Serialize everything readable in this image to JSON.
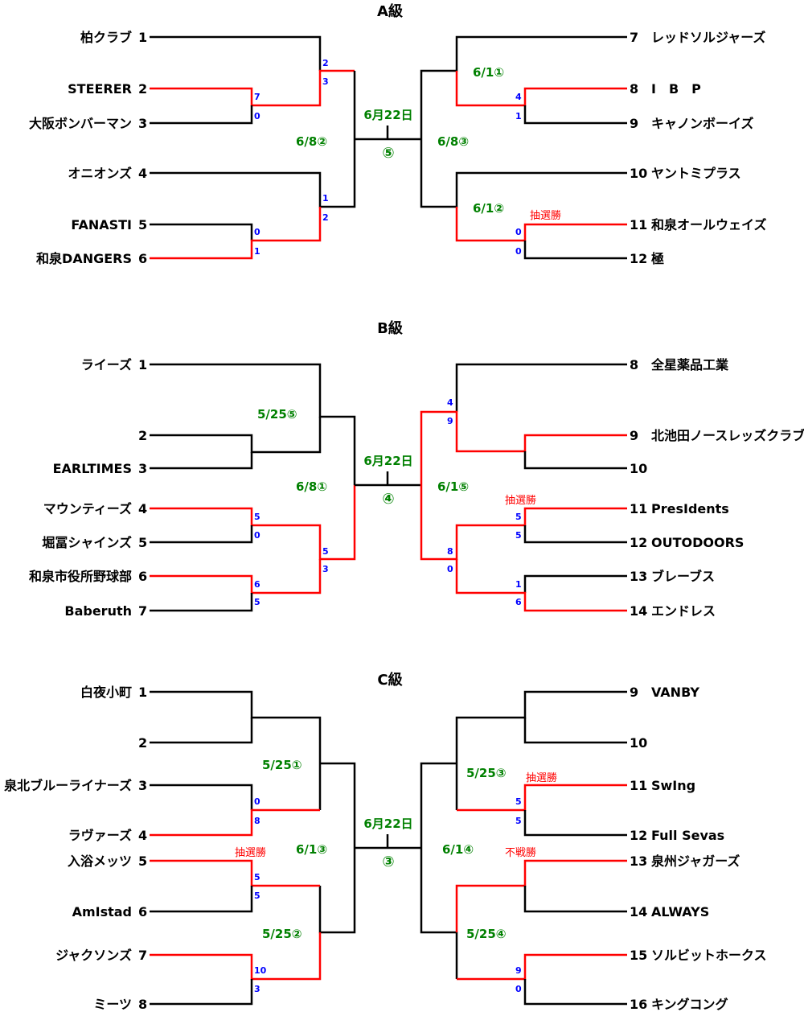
{
  "A": {
    "title": "A級",
    "left": [
      {
        "name": "柏クラブ",
        "seed": "1"
      },
      {
        "name": "STEERER",
        "seed": "2"
      },
      {
        "name": "大阪ボンバーマン",
        "seed": "3"
      },
      {
        "name": "オニオンズ",
        "seed": "4"
      },
      {
        "name": "FANASTI",
        "seed": "5"
      },
      {
        "name": "和泉DANGERS",
        "seed": "6"
      }
    ],
    "right": [
      {
        "seed": "7",
        "name": "レッドソルジャーズ"
      },
      {
        "seed": "8",
        "name": "I　B　P"
      },
      {
        "seed": "9",
        "name": "キャノンボーイズ"
      },
      {
        "seed": "10",
        "name": "ヤントミプラス"
      },
      {
        "seed": "11",
        "name": "和泉オールウェイズ"
      },
      {
        "seed": "12",
        "name": "極"
      }
    ],
    "scores": [
      "7",
      "0",
      "2",
      "3",
      "0",
      "1",
      "1",
      "2",
      "4",
      "1",
      "0",
      "0"
    ],
    "dates": [
      "6/8②",
      "6/1①",
      "6/8③",
      "6/1②"
    ],
    "final": {
      "date": "6月22日",
      "num": "⑤"
    },
    "notes": [
      "抽選勝"
    ]
  },
  "B": {
    "title": "B級",
    "left": [
      {
        "name": "ライーズ",
        "seed": "1"
      },
      {
        "name": "",
        "seed": "2"
      },
      {
        "name": "EARLTIMES",
        "seed": "3"
      },
      {
        "name": "マウンティーズ",
        "seed": "4"
      },
      {
        "name": "堀冨シャインズ",
        "seed": "5"
      },
      {
        "name": "和泉市役所野球部",
        "seed": "6"
      },
      {
        "name": "Baberuth",
        "seed": "7"
      }
    ],
    "right": [
      {
        "seed": "8",
        "name": "全星薬品工業"
      },
      {
        "seed": "9",
        "name": "北池田ノースレッズクラブ"
      },
      {
        "seed": "10",
        "name": ""
      },
      {
        "seed": "11",
        "name": "PresIdents"
      },
      {
        "seed": "12",
        "name": "OUTODOORS"
      },
      {
        "seed": "13",
        "name": "ブレーブス"
      },
      {
        "seed": "14",
        "name": "エンドレス"
      }
    ],
    "scores": [
      "5",
      "0",
      "6",
      "5",
      "5",
      "3",
      "4",
      "9",
      "5",
      "5",
      "1",
      "6",
      "8",
      "0"
    ],
    "dates": [
      "5/25⑤",
      "6/8①",
      "6/1⑤"
    ],
    "final": {
      "date": "6月22日",
      "num": "④"
    },
    "notes": [
      "抽選勝"
    ]
  },
  "C": {
    "title": "C級",
    "left": [
      {
        "name": "白夜小町",
        "seed": "1"
      },
      {
        "name": "",
        "seed": "2"
      },
      {
        "name": "泉北ブルーライナーズ",
        "seed": "3"
      },
      {
        "name": "ラヴァーズ",
        "seed": "4"
      },
      {
        "name": "入浴メッツ",
        "seed": "5"
      },
      {
        "name": "AmIstad",
        "seed": "6"
      },
      {
        "name": "ジャクソンズ",
        "seed": "7"
      },
      {
        "name": "ミーツ",
        "seed": "8"
      }
    ],
    "right": [
      {
        "seed": "9",
        "name": "VANBY"
      },
      {
        "seed": "10",
        "name": ""
      },
      {
        "seed": "11",
        "name": "SwIng"
      },
      {
        "seed": "12",
        "name": "Full Sevas"
      },
      {
        "seed": "13",
        "name": "泉州ジャガーズ"
      },
      {
        "seed": "14",
        "name": "ALWAYS"
      },
      {
        "seed": "15",
        "name": "ソルビットホークス"
      },
      {
        "seed": "16",
        "name": "キングコング"
      }
    ],
    "scores": [
      "0",
      "8",
      "5",
      "5",
      "10",
      "3",
      "5",
      "5",
      "9",
      "0"
    ],
    "dates": [
      "5/25①",
      "6/1③",
      "5/25②",
      "5/25③",
      "6/1④",
      "5/25④"
    ],
    "final": {
      "date": "6月22日",
      "num": "③"
    },
    "notes": [
      "抽選勝",
      "抽選勝",
      "不戦勝"
    ]
  }
}
